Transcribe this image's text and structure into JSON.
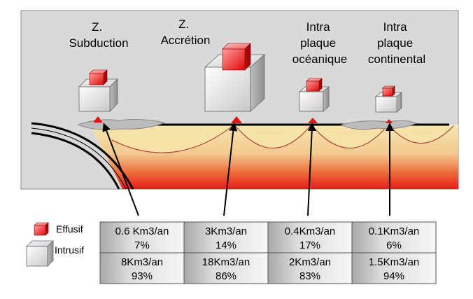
{
  "zones": [
    {
      "label_lines": [
        "Z.",
        "Subduction"
      ]
    },
    {
      "label_lines": [
        "Z.",
        "Accrétion"
      ]
    },
    {
      "label_lines": [
        "Intra",
        "plaque",
        "océanique"
      ]
    },
    {
      "label_lines": [
        "Intra",
        "plaque",
        "continental"
      ]
    }
  ],
  "legend": {
    "effusive": "Effusif",
    "intrusive": "Intrusif"
  },
  "table": {
    "rows": [
      {
        "type": "effusive",
        "cells": [
          {
            "volume": "0.6 Km3/an",
            "percent": "7%"
          },
          {
            "volume": "3Km3/an",
            "percent": "14%"
          },
          {
            "volume": "0.4Km3/an",
            "percent": "17%"
          },
          {
            "volume": "0.1Km3/an",
            "percent": "6%"
          }
        ]
      },
      {
        "type": "intrusive",
        "cells": [
          {
            "volume": "8Km3/an",
            "percent": "93%"
          },
          {
            "volume": "18Km3/an",
            "percent": "86%"
          },
          {
            "volume": "2Km3/an",
            "percent": "83%"
          },
          {
            "volume": "1.5Km3/an",
            "percent": "94%"
          }
        ]
      }
    ]
  },
  "colors": {
    "background_panel": "#d9d9d9",
    "mantle_red": "#ee1c1c",
    "mantle_cream": "#f5e3a8",
    "effusive_red": "#e02020",
    "intrusive_grey": "#e8e8e8",
    "crust_grey": "#b8b8b8"
  }
}
